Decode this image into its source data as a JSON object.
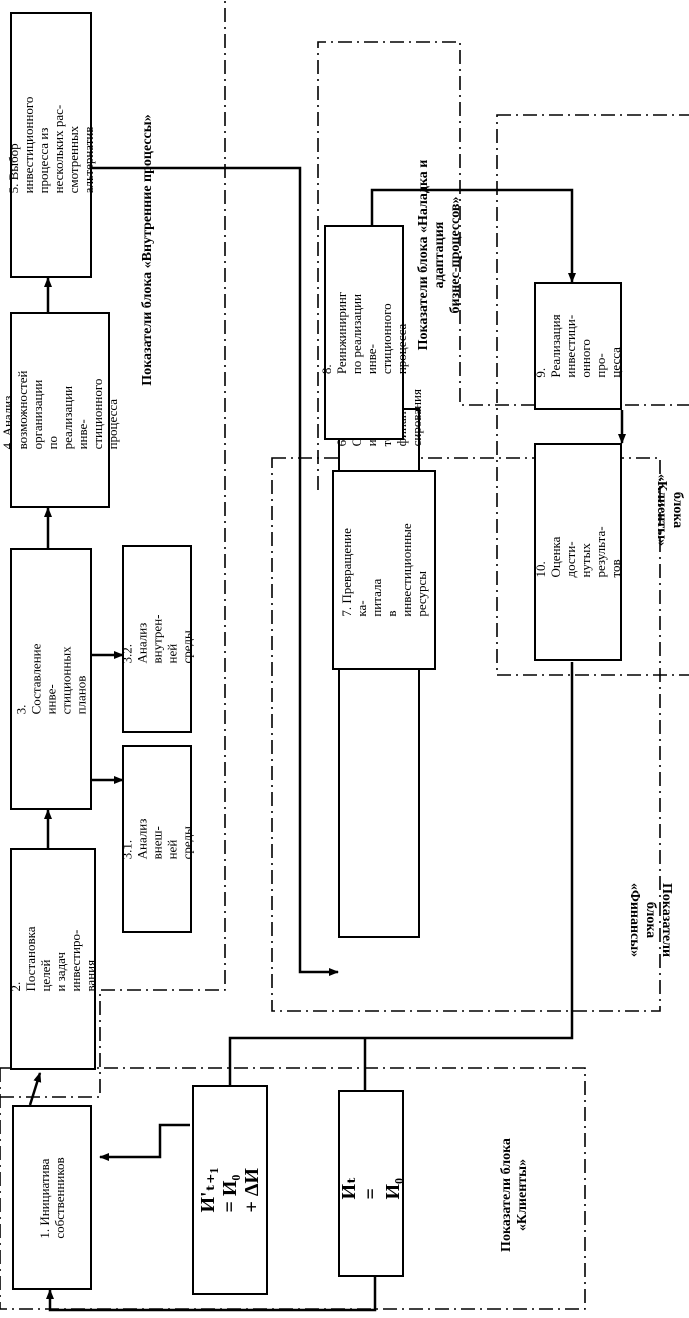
{
  "boxes": {
    "b1": "1. Инициатива\nсобственников",
    "b2": "2. Постановка целей\nи задач инвестиро-\nвания",
    "b3": "3. Составление инве-\nстиционных планов",
    "b31": "3.1. Анализ внеш-\nней среды",
    "b32": "3.2. Анализ внутрен-\nней среды",
    "b4": "4. Анализ возможностей\nорганизации\nпо реализации инве-\nстиционного процесса",
    "b5": "5. Выбор инвестиционного\nпроцесса из нескольких рас-\nсмотренных альтернатив",
    "b6": "6. Определение ис-\nточников финан-\nсирования",
    "b7": "7. Превращение ка-\nпитала\nв инвестиционные\nресурсы",
    "b8": "8. Реинжиниринг\nпо реализации инве-\nстиционного процесса",
    "b9": "9. Реализация\nинвестици-\nонного про-\nцесса",
    "b10": "10. Оценка дости-\nнутых результа-\nтов",
    "f1": "И'ₜ₊₁ = И₀ + ΔИ",
    "f2": "Иₜ = И₀"
  },
  "labels": {
    "internal": "Показатели блока «Внутренние процессы»",
    "adaptation": "Показатели блока «Наладка и адаптация\nбизнес-процессов»",
    "clients_right": "Показатели блока «Клиенты»",
    "finance": "Показатели блока\n«Финансы»",
    "clients_bottom": "Показатели блока\n«Клиенты»"
  }
}
